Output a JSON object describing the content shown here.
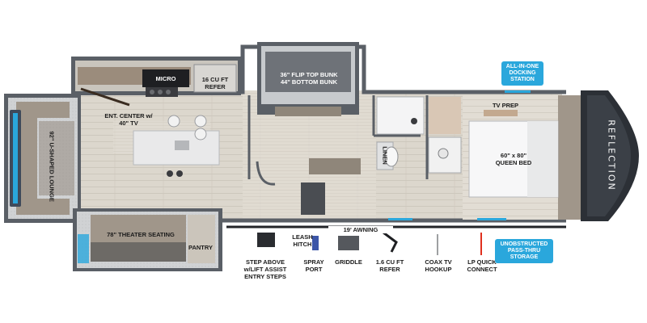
{
  "brand": "REFLECTION",
  "colors": {
    "wall": "#5a5f66",
    "floor": "#ddd8cf",
    "accent_badge": "#2aa7dc",
    "lp_connect": "#e0301e"
  },
  "rooms": {
    "lounge": "92\" U-SHAPED\nLOUNGE",
    "entertainment": "ENT. CENTER w/\n40\" TV",
    "microwave": "MICRO",
    "refer_kitchen": "16 CU FT\nREFER",
    "bunk": "36\" FLIP TOP BUNK\n44\" BOTTOM BUNK",
    "theater": "78\" THEATER SEATING",
    "pantry": "PANTRY",
    "linen": "LINEN",
    "bed": "60\" x 80\"\nQUEEN BED",
    "tv_prep": "TV PREP"
  },
  "exterior": {
    "awning": "19' AWNING",
    "entry_steps": "STEP ABOVE\nw/LIFT ASSIST\nENTRY STEPS",
    "leash_hitch": "LEASH\nHITCH",
    "spray_port": "SPRAY\nPORT",
    "griddle": "GRIDDLE",
    "outdoor_refer": "1.6 CU FT\nREFER",
    "coax": "COAX TV\nHOOKUP",
    "lp_connect": "LP QUICK\nCONNECT"
  },
  "badges": {
    "docking": "ALL-IN-ONE\nDOCKING\nSTATION",
    "storage": "UNOBSTRUCTED\nPASS-THRU\nSTORAGE"
  }
}
